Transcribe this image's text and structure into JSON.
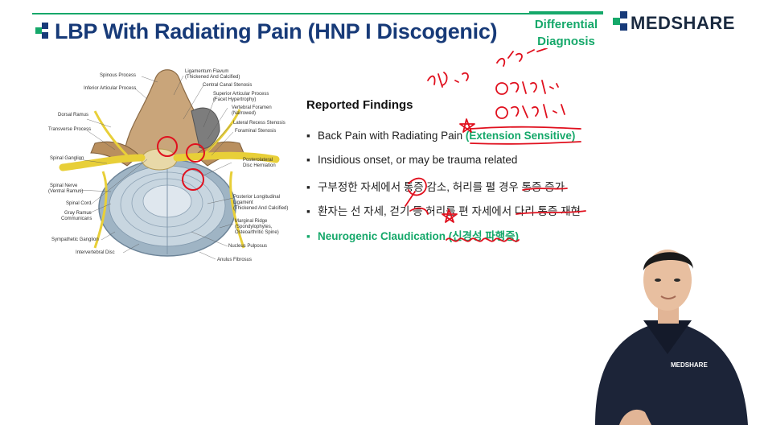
{
  "header": {
    "title": "LBP With Radiating Pain (HNP I Discogenic)",
    "tag_line1": "Differential",
    "tag_line2": "Diagnosis",
    "logo_prefix": "M",
    "logo_text": "MEDSHARE"
  },
  "anatomy": {
    "labels": {
      "spinous_process": "Spinous Process",
      "inferior_articular": "Inferior Articular Process",
      "ligamentum_flavum": "Ligamentum Flavum",
      "ligamentum_flavum_sub": "(Thickened And Calcified)",
      "central_canal": "Central Canal Stenosis",
      "superior_articular": "Superior Articular Process",
      "superior_articular_sub": "(Facet Hypertrophy)",
      "vertebral_foramen": "Vertebral Foramen",
      "vertebral_foramen_sub": "(Narrowed)",
      "dorsal_ramus": "Dorsal Ramus",
      "lateral_recess": "Lateral Recess Stenosis",
      "transverse_process": "Transverse Process",
      "foraminal_stenosis": "Foraminal Stenosis",
      "spinal_ganglion": "Spinal Ganglion",
      "posterolateral": "Posterolateral",
      "disc_herniation": "Disc Herniation",
      "spinal_nerve": "Spinal Nerve",
      "ventral_ramus": "(Ventral Ramus)",
      "spinal_cord": "Spinal Cord",
      "gray_ramus": "Gray Ramus",
      "communicans": "Communicans",
      "pll": "Posterior Longitudinal",
      "pll2": "Ligament",
      "pll3": "(Thickened And Calcified)",
      "marginal_ridge": "Marginal Ridge",
      "marginal_ridge2": "(Spondylophytes,",
      "marginal_ridge3": "Osteoarthritic Spine)",
      "sympathetic_ganglion": "Sympathetic Ganglion",
      "nucleus_pulposus": "Nucleus Pulposus",
      "intervertebral_disc": "Intervertebral Disc",
      "anulus_fibrosus": "Anulus Fibrosus"
    }
  },
  "findings": {
    "title": "Reported Findings",
    "bullet_symbol": "▪",
    "items": [
      {
        "text": "Back Pain with Radiating Pain ",
        "highlight": "(Extension Sensitive)"
      },
      {
        "text": "Insidious onset, or may be trauma related",
        "highlight": ""
      },
      {
        "text": "구부정한 자세에서 통증 감소, 허리를 펼 경우 통증 증가",
        "highlight": ""
      },
      {
        "text": "환자는 선 자세, 걷기 등 허리를 편 자세에서 다리 통증 재현",
        "highlight": ""
      },
      {
        "text": "",
        "highlight": "Neurogenic Claudication (신경성 파행증)"
      }
    ]
  },
  "colors": {
    "title": "#173a78",
    "accent": "#15a86a",
    "annotation": "#e0101e"
  }
}
